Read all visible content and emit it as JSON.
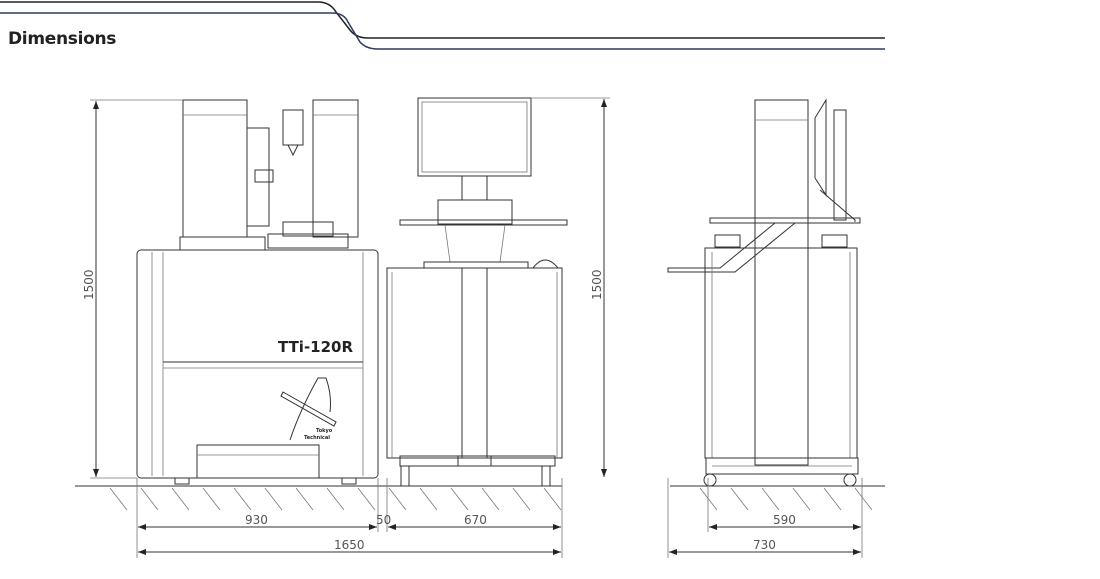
{
  "header": {
    "title": "Dimensions"
  },
  "drawing": {
    "model_label": "TTi-120R",
    "logo_text_line1": "Tokyo",
    "logo_text_line2": "Technical",
    "dimensions": {
      "height_front": "1500",
      "height_station": "1500",
      "width_machine": "930",
      "gap": "50",
      "width_station": "670",
      "width_total": "1650",
      "depth_side_inner": "590",
      "depth_side_total": "730"
    }
  },
  "colors": {
    "line_dark": "#222222",
    "line_blue": "#2b3e5c"
  }
}
